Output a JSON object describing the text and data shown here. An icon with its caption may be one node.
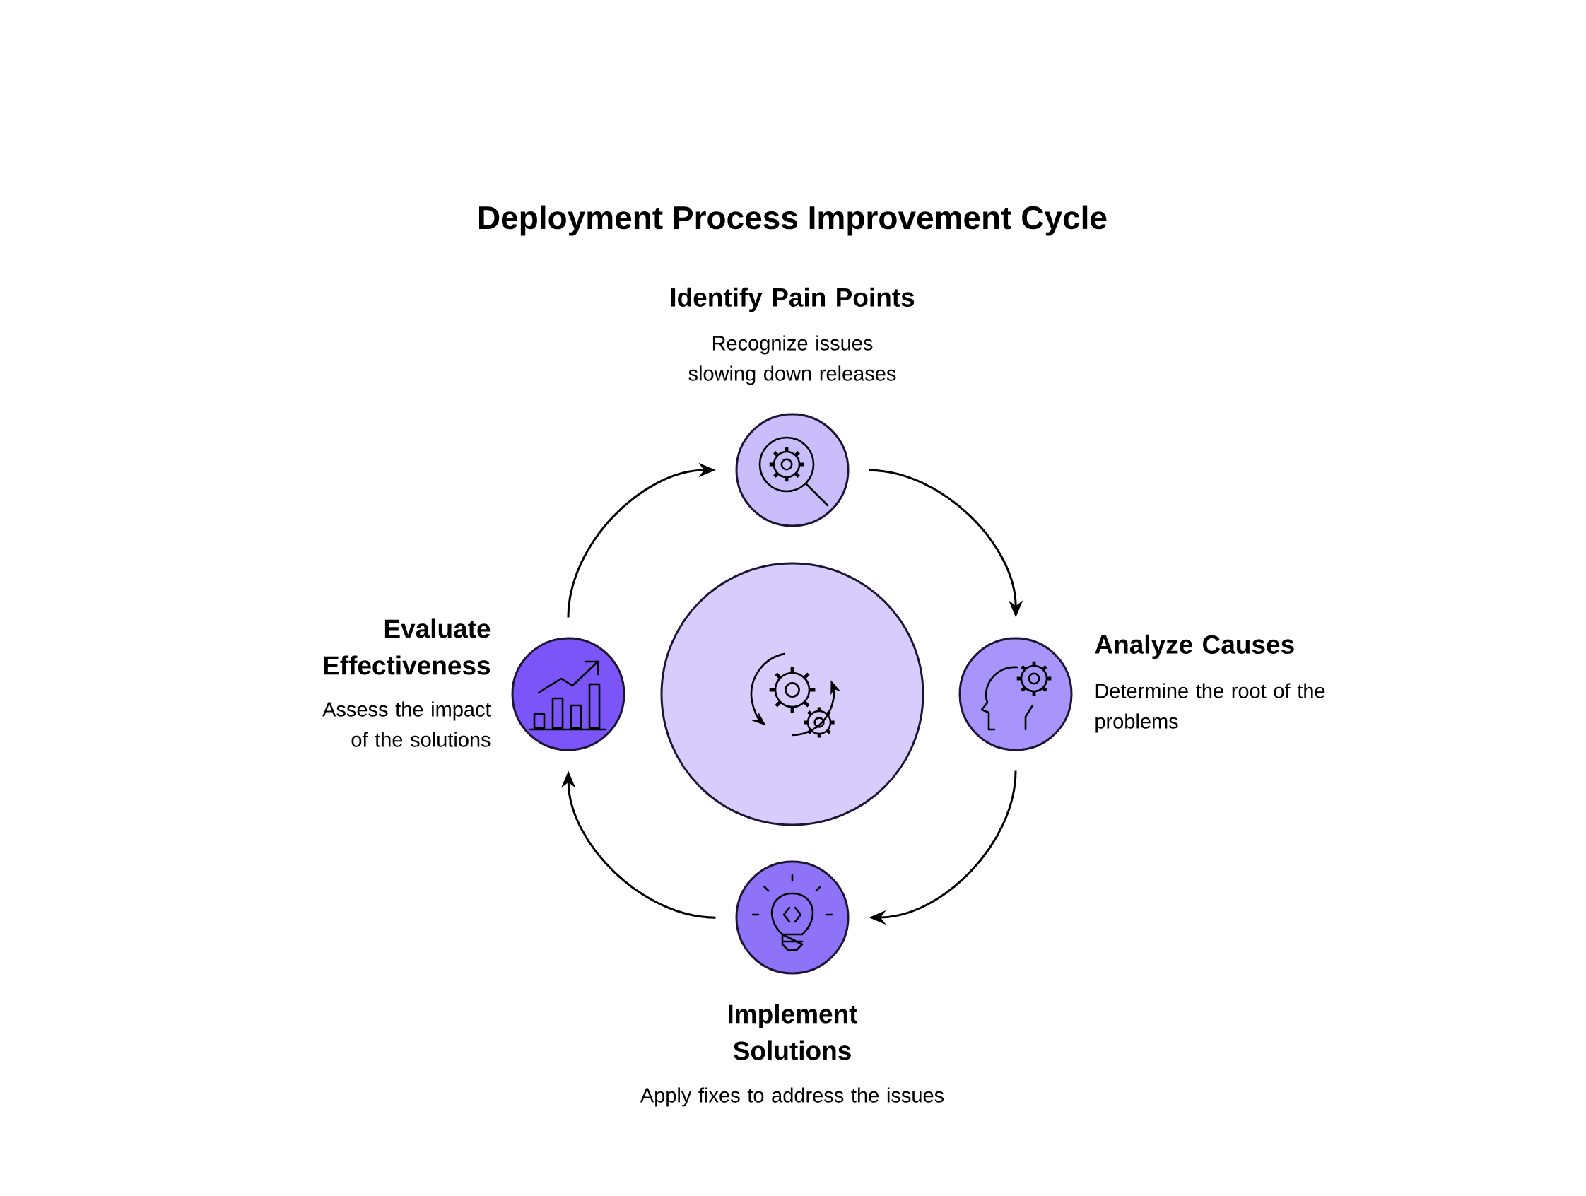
{
  "diagram": {
    "title": "Deployment Process Improvement Cycle",
    "nodes": [
      {
        "text": [
          "Identify Pain Points",
          "Recognize issues slowing down releases"
        ]
      },
      {
        "text": [
          "Evaluate Effectiveness",
          "Assess the impact of the solutions"
        ]
      },
      {
        "text": [],
        "shape": "circle"
      },
      {
        "text": [
          "Analyze Causes",
          "Determine the root of the problems"
        ]
      },
      {
        "text": [
          "Implement Solutions",
          "Apply fixes to address the issues"
        ]
      }
    ],
    "edges": [
      {
        "from": 0,
        "to": 3,
        "arrow": "to"
      },
      {
        "from": 3,
        "to": 4,
        "arrow": "to"
      },
      {
        "from": 4,
        "to": 1,
        "arrow": "to"
      },
      {
        "from": 1,
        "to": 0,
        "arrow": "to"
      }
    ]
  }
}
